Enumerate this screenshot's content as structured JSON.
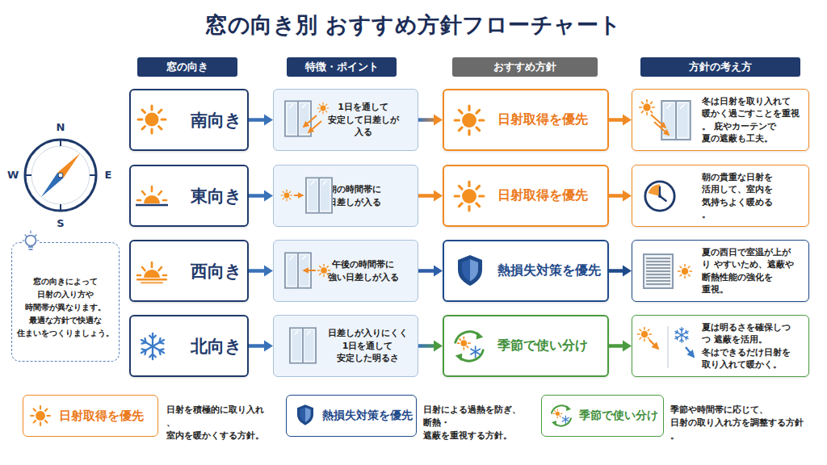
{
  "diagram": {
    "title": "窓の向き別 おすすめ方針フローチャート",
    "nodes": [
      {
        "text": [
          "窓の向き"
        ]
      },
      {
        "text": [
          "特徴・ポイント"
        ]
      },
      {
        "text": [
          "おすすめ方針"
        ]
      },
      {
        "text": [
          "方針の考え方"
        ]
      },
      {
        "text": [
          "南向き"
        ]
      },
      {
        "text": [
          "1日を通して 安定して日差しが 入る"
        ]
      },
      {
        "text": [
          "日射取得を優先"
        ]
      },
      {
        "text": [
          "冬は日射を取り入れて 暖かく過ごすことを重視。 庇やカーテンで 夏の遮蔽も工夫。"
        ]
      },
      {
        "text": [
          "東向き"
        ]
      },
      {
        "text": [
          "朝の時間帯に 日差しが入る"
        ]
      },
      {
        "text": [
          "日射取得を優先"
        ]
      },
      {
        "text": [
          "朝の貴重な日射を 活用して、室内を 気持ちよく暖める。"
        ]
      },
      {
        "text": [
          "西向き"
        ]
      },
      {
        "text": [
          "午後の時間帯に 強い日差しが入る"
        ]
      },
      {
        "text": [
          "熱損失対策を優先"
        ]
      },
      {
        "text": [
          "夏の西日で室温が上がり やすいため、遮蔽や 断熱性能の強化を 重視。"
        ]
      },
      {
        "text": [
          "北向き"
        ]
      },
      {
        "text": [
          "日差しが入りにくく 1日を通して 安定した明るさ"
        ]
      },
      {
        "text": [
          "季節で使い分け"
        ]
      },
      {
        "text": [
          "夏は明るさを確保しつつ 遮蔽を活用。 冬はできるだけ日射を 取り入れて暖かく。"
        ]
      },
      {
        "text": [
          "窓の向きによって 日射の入り方や 時間帯が異なります。 最適な方針で快適な 住まいをつくりましょう。"
        ]
      }
    ],
    "edges": [
      {
        "from": 4,
        "to": 5,
        "arrow": "to"
      },
      {
        "from": 5,
        "to": 6,
        "arrow": "to"
      },
      {
        "from": 6,
        "to": 7,
        "arrow": "to"
      },
      {
        "from": 8,
        "to": 9,
        "arrow": "to"
      },
      {
        "from": 9,
        "to": 10,
        "arrow": "to"
      },
      {
        "from": 10,
        "to": 11,
        "arrow": "to"
      },
      {
        "from": 12,
        "to": 13,
        "arrow": "to"
      },
      {
        "from": 13,
        "to": 14,
        "arrow": "to"
      },
      {
        "from": 14,
        "to": 15,
        "arrow": "to"
      },
      {
        "from": 16,
        "to": 17,
        "arrow": "to"
      },
      {
        "from": 17,
        "to": 18,
        "arrow": "to"
      },
      {
        "from": 18,
        "to": 19,
        "arrow": "to"
      }
    ],
    "labels": [
      "N",
      "W",
      "E",
      "S",
      "日射を積極的に取り入れ、 室内を暖かくする方針。",
      "日射による過熱を防ぎ、 断熱・遮蔽を重視する方針。",
      "季節や時間帯に応じて、 日射の取り入れ方を調整する方針。"
    ],
    "legend": [
      {
        "text": "日射取得を優先"
      },
      {
        "text": "熱損失対策を優先"
      },
      {
        "text": "季節で使い分け"
      }
    ]
  }
}
